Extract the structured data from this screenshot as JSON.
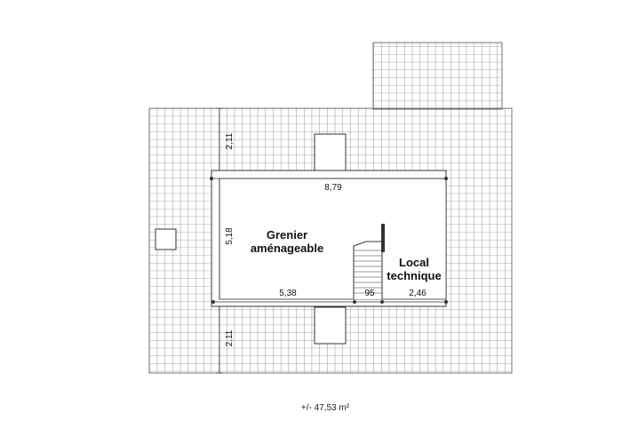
{
  "rooms": {
    "attic_line1": "Grenier",
    "attic_line2": "aménageable",
    "tech_line1": "Local",
    "tech_line2": "technique"
  },
  "dimensions": {
    "top_width": "8,79",
    "left_height": "5,18",
    "bottom_attic": "5,38",
    "bottom_stair": "95",
    "bottom_tech": "2,46",
    "top_vertical": "2,11",
    "bottom_vertical": "2,11"
  },
  "footer": {
    "area": "+/- 47,53 m²"
  },
  "colors": {
    "grid": "#555555",
    "wall": "#333333",
    "accent_stair_post": "#333333"
  }
}
